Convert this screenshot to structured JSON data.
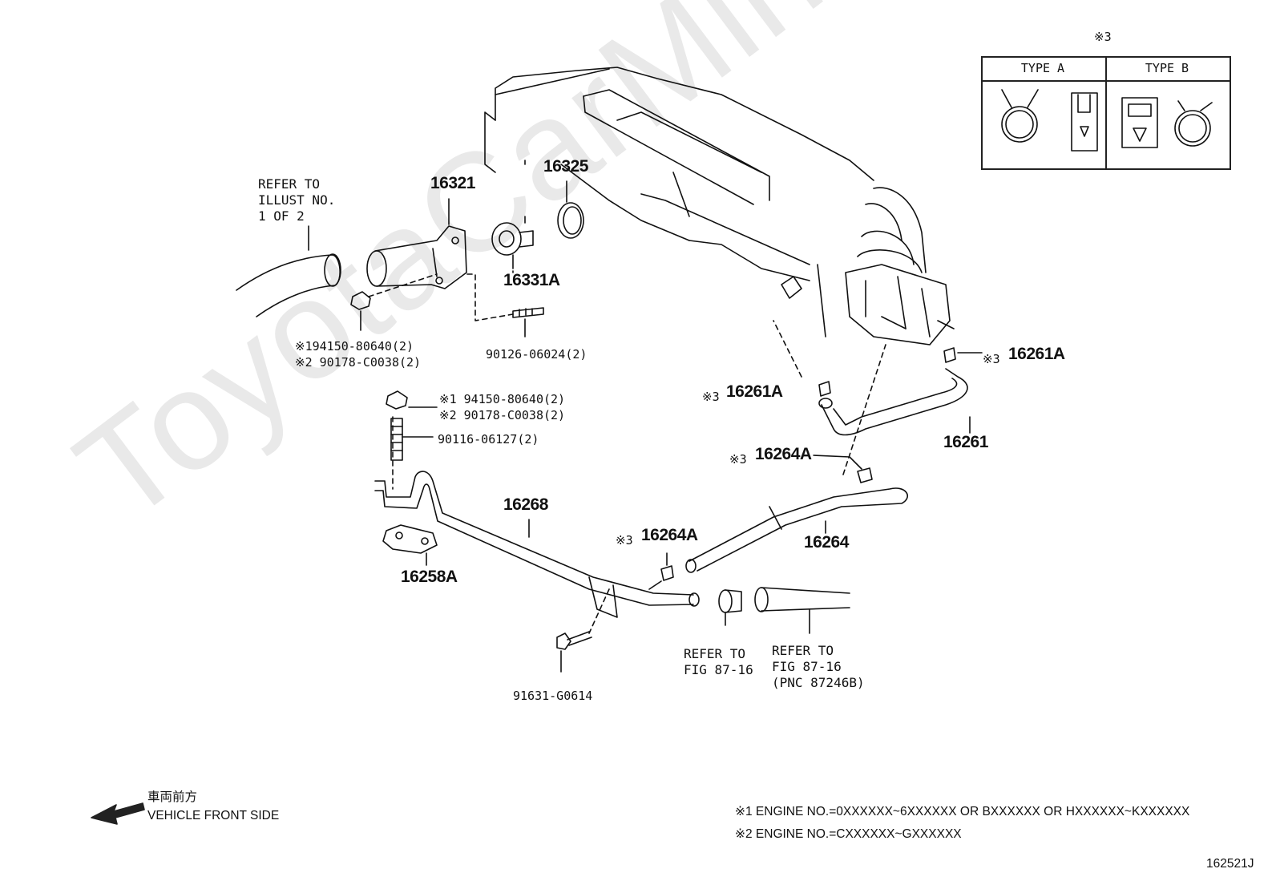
{
  "watermark": "ToyotaCarMine.net",
  "diagram_code": "162521J",
  "type_table": {
    "marker": "※3",
    "type_a": "TYPE A",
    "type_b": "TYPE B"
  },
  "labels": {
    "refer_illust": "REFER TO\nILLUST NO.\n1 OF 2",
    "p16321": "16321",
    "p16325": "16325",
    "p16331a": "16331A",
    "nut_line1": "※194150-80640(2)",
    "nut_line2": "※2 90178-C0038(2)",
    "stud_90126": "90126-06024(2)",
    "nut2_line1": "※1 94150-80640(2)",
    "nut2_line2": "※2 90178-C0038(2)",
    "stud_90116": "90116-06127(2)",
    "p16268": "16268",
    "p16258a": "16258A",
    "bolt_91631": "91631-G0614",
    "clip_16264a_low": "16264A",
    "clip_16264a_high": "16264A",
    "clip_16261a_right": "16261A",
    "clip_16261a_left": "16261A",
    "p16261": "16261",
    "p16264": "16264",
    "refer_fig_1": "REFER TO\nFIG 87-16",
    "refer_fig_2": "REFER TO\nFIG 87-16\n(PNC 87246B)",
    "marker3": "※3"
  },
  "legend": {
    "front_jp": "車両前方",
    "front_en": "VEHICLE FRONT SIDE"
  },
  "notes": {
    "engine1": "※1 ENGINE NO.=0XXXXXX~6XXXXXX OR BXXXXXX OR HXXXXXX~KXXXXXX",
    "engine2": "※2 ENGINE NO.=CXXXXXX~GXXXXXX"
  }
}
